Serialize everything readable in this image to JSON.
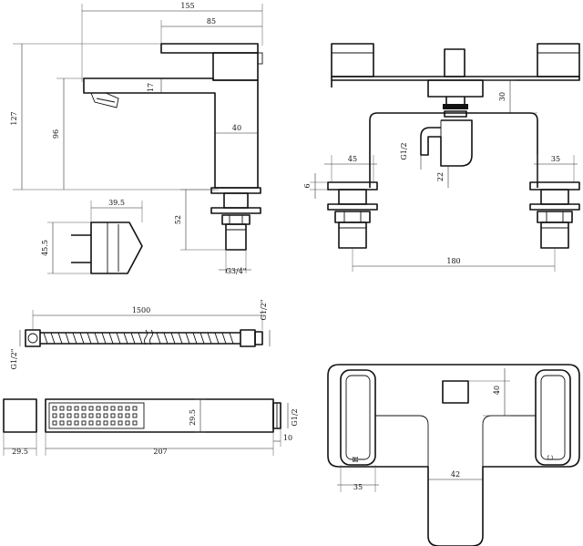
{
  "dimensions": {
    "spout_length_total": "155",
    "handle_length": "85",
    "overall_height": "127",
    "spout_height": "96",
    "handle_offset": "17",
    "body_width": "40",
    "shank_length": "52",
    "inlet_thread": "G3/4\"",
    "hand_width": "39.5",
    "hand_height": "45.5",
    "bracket_offset": "30",
    "outlet_thread": "G1/2",
    "outlet_height": "22",
    "deck_thickness": "6",
    "leg_width_left": "45",
    "leg_width_right": "35",
    "centres": "180",
    "hose_length": "1500",
    "hose_thread_right": "G1/2\"",
    "hose_thread_left": "G1/2\"",
    "handset_height": "29.5",
    "handset_thread": "G1/2",
    "handset_tail": "10",
    "handset_end_width": "29.5",
    "handset_length": "207",
    "plan_depth": "40",
    "plan_handle_width": "35",
    "plan_spout_width": "42",
    "hot_marker": "H",
    "cold_marker": "C"
  }
}
